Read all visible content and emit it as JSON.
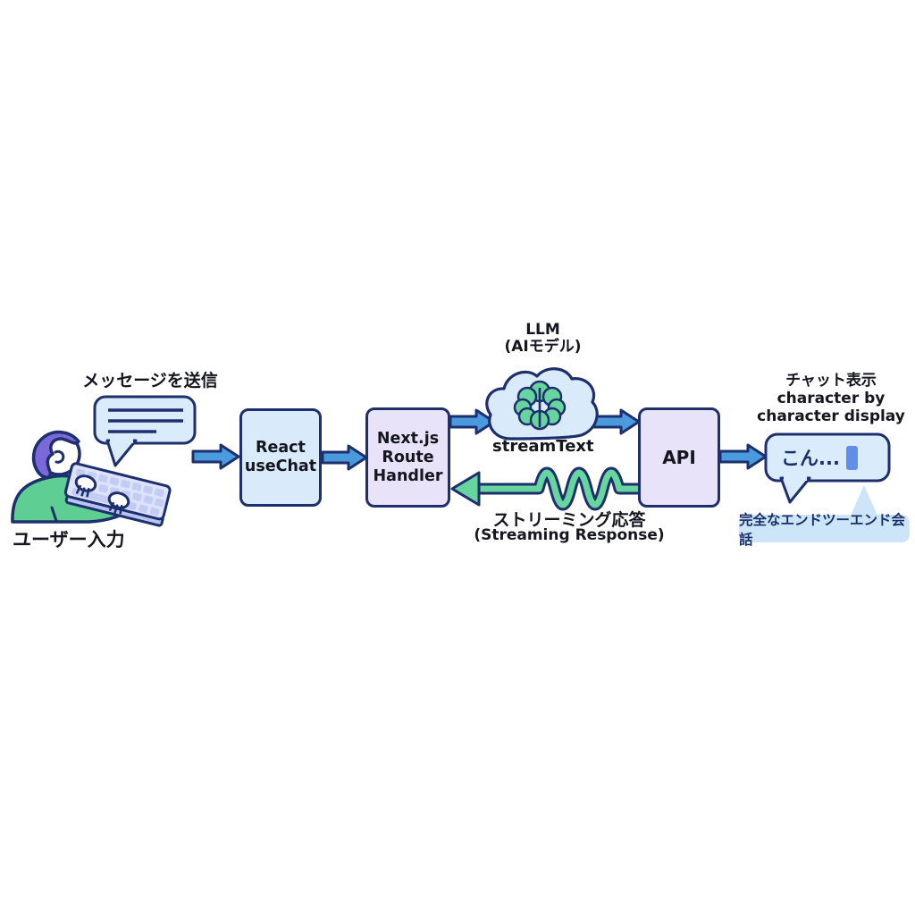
{
  "diagram_title": "Chat streaming architecture flow",
  "labels": {
    "send_message": "メッセージを送信",
    "user_input": "ユーザー入力",
    "react_box": "React\nuseChat",
    "next_box": "Next.js\nRoute\nHandler",
    "llm_label": "LLM\n(AIモデル)",
    "stream_text": "streamText",
    "api_box": "API",
    "chat_display": "チャット表示\ncharacter by\ncharacter display",
    "chat_message": "こん...",
    "streaming_jp": "ストリーミング応答",
    "streaming_en": "(Streaming Response)",
    "e2e_label": "完全なエンドツーエンド会話"
  },
  "icons": {
    "cloud": "cloud-icon",
    "brain": "brain-icon",
    "typing_cursor": "typing-cursor",
    "forward_arrows": "blue-block-arrow",
    "streaming_arrow": "green-wavy-arrow"
  },
  "colors": {
    "navy": "#1e2f6e",
    "blue": "#4a9ade",
    "boxblue": "#d9eafa",
    "lav": "#e9e3f9",
    "green": "#66d69e",
    "bubble": "#daecfb",
    "pill": "#cde5f8",
    "cursor": "#5f8fe8",
    "hair": "#7b68d9",
    "shirt": "#5fce92",
    "kbd": "#dee3fb",
    "keycap": "#c3cdf3",
    "ink": "#15161f",
    "navytext": "#1b2f6b",
    "bg": "#ffffff"
  }
}
